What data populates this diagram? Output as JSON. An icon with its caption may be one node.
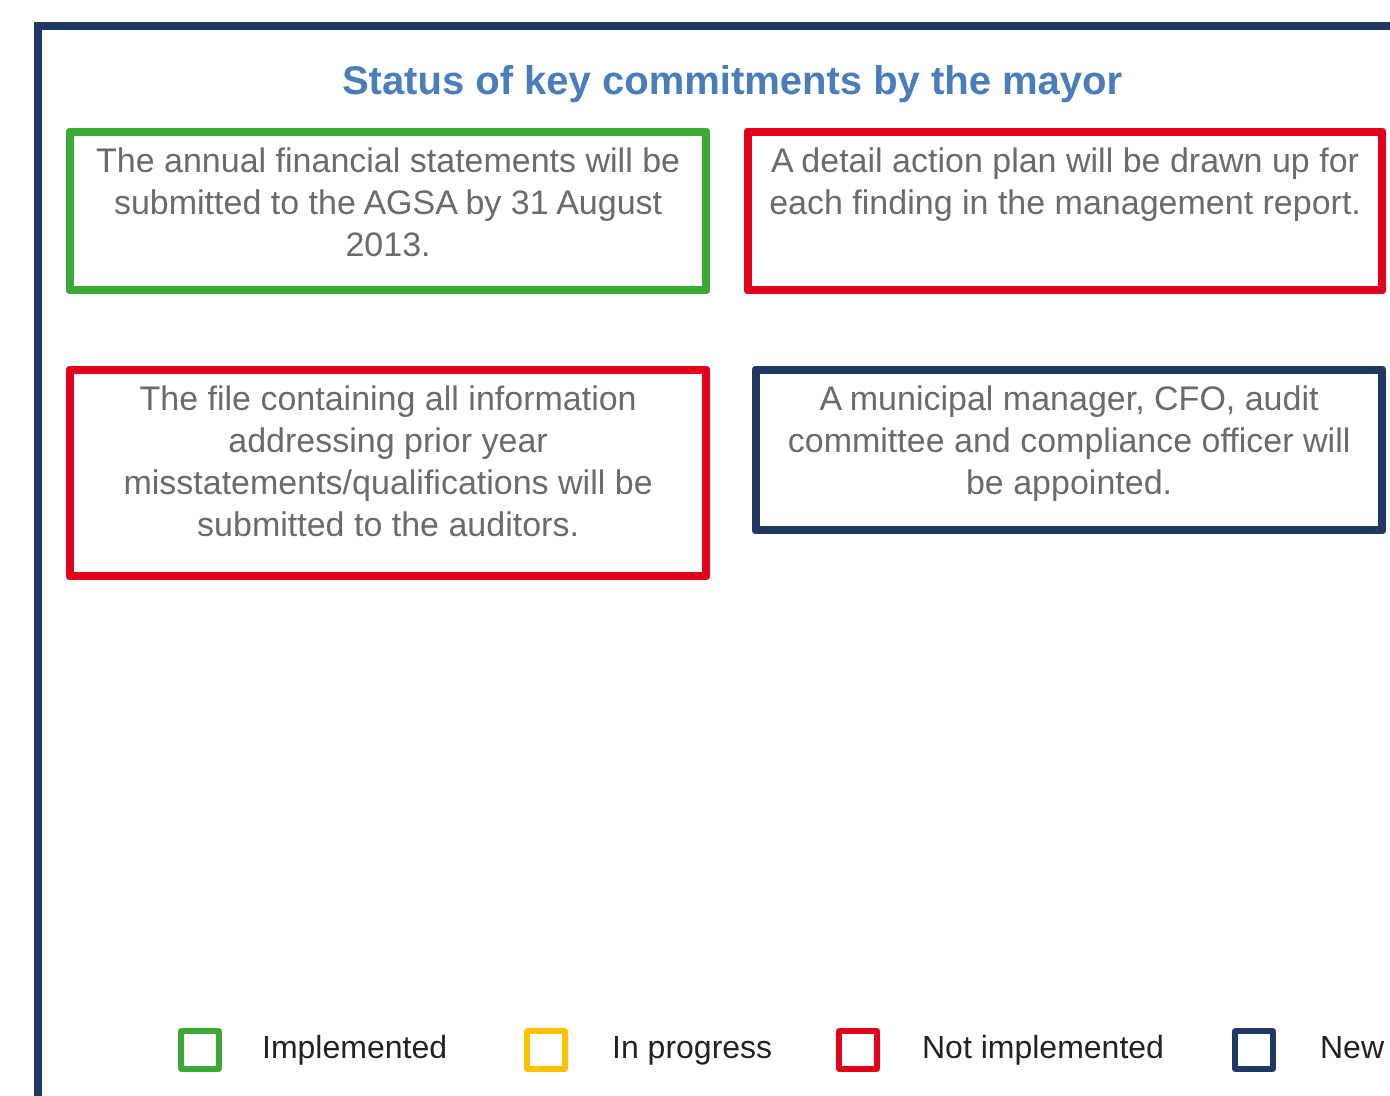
{
  "diagram": {
    "title": "Status of key commitments by the mayor",
    "nodes": [
      {
        "text": [
          "The annual financial statements will be submitted to the AGSA by 31 August 2013."
        ]
      },
      {
        "text": [
          "A detail action plan will be drawn up for each finding in the management report."
        ]
      },
      {
        "text": [
          "The file containing all information addressing prior year misstatements/qualifications will be submitted to the auditors."
        ]
      },
      {
        "text": [
          "A municipal manager, CFO, audit committee and compliance officer will be appointed."
        ]
      }
    ],
    "legend": [
      {
        "text": "Implemented",
        "color": "#3aaa35"
      },
      {
        "text": "In progress",
        "color": "#ffc000"
      },
      {
        "text": "Not implemented",
        "color": "#e2001a"
      },
      {
        "text": "New",
        "color": "#1f3864"
      }
    ]
  }
}
